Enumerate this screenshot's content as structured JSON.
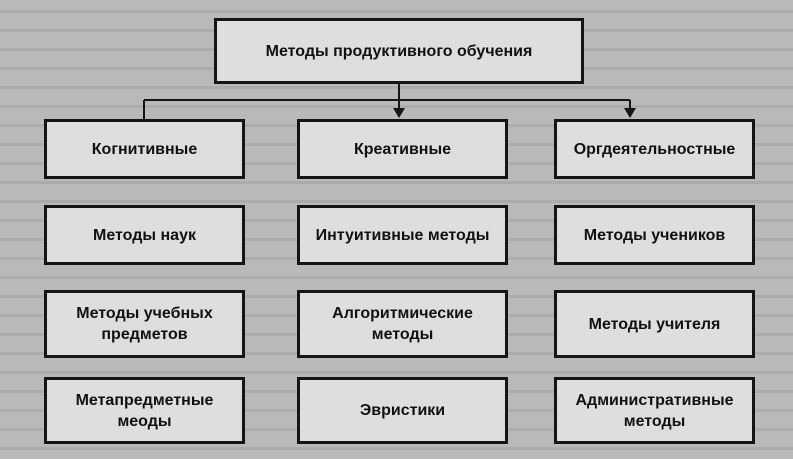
{
  "diagram": {
    "root": {
      "label": "Методы продуктивного обучения"
    },
    "columns": [
      {
        "header": "Когнитивные",
        "items": [
          "Методы наук",
          "Методы учебных предметов",
          "Метапредметные меоды"
        ]
      },
      {
        "header": "Креативные",
        "items": [
          "Интуитивные методы",
          "Алгоритмические методы",
          "Эвристики"
        ]
      },
      {
        "header": "Оргдеятельностные",
        "items": [
          "Методы учеников",
          "Методы учителя",
          "Административные методы"
        ]
      }
    ]
  }
}
